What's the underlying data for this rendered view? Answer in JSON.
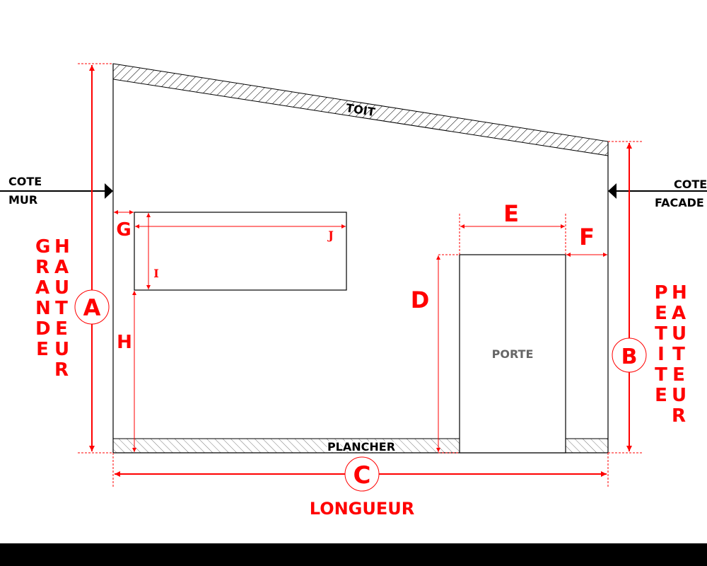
{
  "labels": {
    "roof": "TOIT",
    "floor": "PLANCHER",
    "door": "PORTE",
    "left_side_line1": "COTE",
    "left_side_line2": "MUR",
    "right_side_line1": "COTE",
    "right_side_line2": "FACADE",
    "length": "LONGUEUR",
    "big_height_word1": "GRANDE",
    "big_height_word2": "HAUTEUR",
    "small_height_word1": "PETITE",
    "small_height_word2": "HAUTEUR"
  },
  "dimensions": {
    "a": "A",
    "b": "B",
    "c": "C",
    "d": "D",
    "e": "E",
    "f": "F",
    "g": "G",
    "h": "H",
    "i": "I",
    "j": "J"
  },
  "colors": {
    "dimension": "#ff0000",
    "structure": "#000000",
    "door_text": "#666666"
  }
}
